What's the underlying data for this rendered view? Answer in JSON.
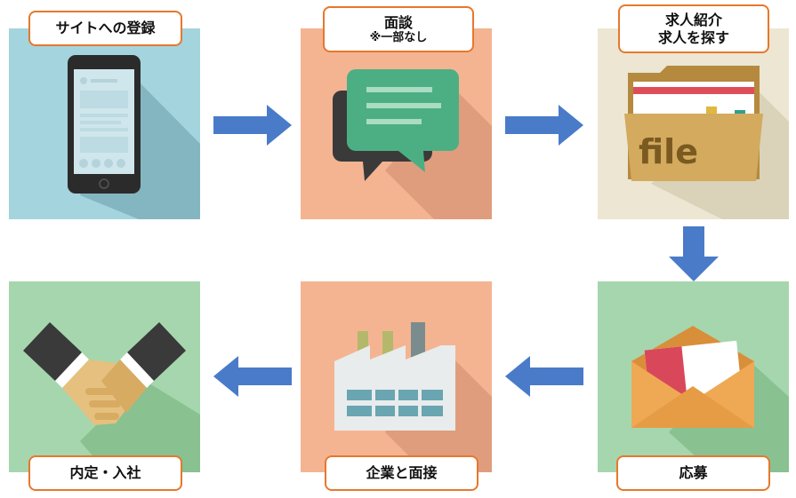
{
  "steps": [
    {
      "id": "register",
      "label": "サイトへの登録",
      "sublabel": "",
      "icon": "smartphone-icon"
    },
    {
      "id": "interview",
      "label": "面談",
      "sublabel": "※一部なし",
      "icon": "chat-bubble-icon"
    },
    {
      "id": "job-intro",
      "label": "求人紹介",
      "label_line2": "求人を探す",
      "icon": "file-folder-icon",
      "icon_text": "file"
    },
    {
      "id": "apply",
      "label": "応募",
      "icon": "envelope-icon"
    },
    {
      "id": "company-interview",
      "label": "企業と面接",
      "icon": "factory-icon"
    },
    {
      "id": "offer-join",
      "label": "内定・入社",
      "icon": "handshake-icon"
    }
  ],
  "colors": {
    "arrow": "#4a7bc9",
    "label_border": "#e6782c",
    "tile_blue": "#a4d4dd",
    "tile_salmon": "#f4b492",
    "tile_beige": "#ece6d2",
    "tile_green": "#a6d6ad"
  }
}
